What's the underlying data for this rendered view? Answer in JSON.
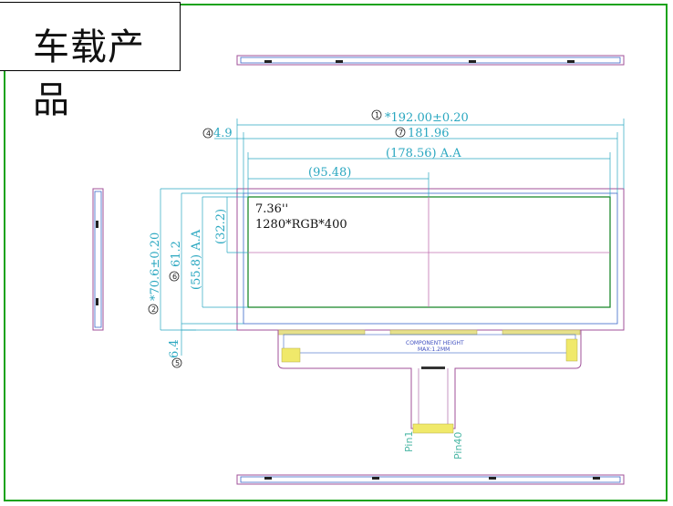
{
  "title": "车载产品",
  "dimensions": {
    "outline_width": {
      "marker": "1",
      "text": "*192.00±0.20"
    },
    "bezel_width": {
      "marker": "7",
      "text": "181.96"
    },
    "active_width": {
      "text": "(178.56) A.A"
    },
    "half_width": {
      "text": "(95.48)"
    },
    "left_offset": {
      "marker": "4",
      "text": "4.9"
    },
    "outline_height": {
      "marker": "2",
      "text": "*70.6±0.20"
    },
    "bezel_height": {
      "marker": "6",
      "text": "61.2"
    },
    "active_height": {
      "text": "(55.8) A.A"
    },
    "half_height": {
      "text": "(32.2)"
    },
    "bottom_offset": {
      "marker": "5",
      "text": "6.4"
    }
  },
  "lcd": {
    "size": "7.36''",
    "resolution": "1280*RGB*400"
  },
  "component_note": {
    "line1": "COMPONENT HEIGHT",
    "line2": "MAX:1.2MM"
  },
  "pins": {
    "first": "Pin1",
    "last": "Pin40"
  }
}
